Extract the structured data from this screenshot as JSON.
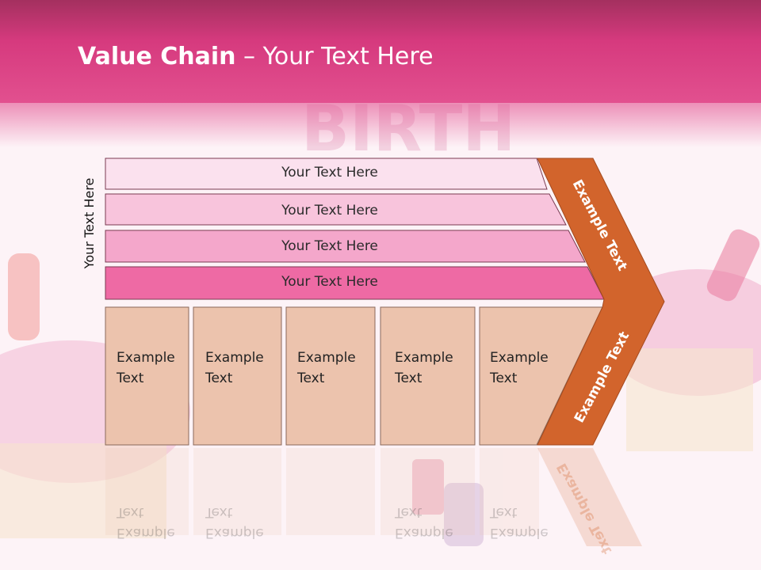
{
  "slide": {
    "title_bold": "Value Chain",
    "title_rest": " – Your Text Here",
    "vertical_label": "Your Text Here"
  },
  "bars": [
    {
      "label": "Your Text Here",
      "color": "#fbe1ee"
    },
    {
      "label": "Your Text Here",
      "color": "#f8c4dc"
    },
    {
      "label": "Your Text Here",
      "color": "#f4a7cb"
    },
    {
      "label": "Your Text Here",
      "color": "#ee6aa4"
    }
  ],
  "cells": [
    {
      "line1": "Example",
      "line2": "Text"
    },
    {
      "line1": "Example",
      "line2": "Text"
    },
    {
      "line1": "Example",
      "line2": "Text"
    },
    {
      "line1": "Example",
      "line2": "Text"
    },
    {
      "line1": "Example",
      "line2": "Text"
    }
  ],
  "chevron": {
    "upper_label": "Example Text",
    "lower_label": "Example Text",
    "color": "#d2642c"
  },
  "colors": {
    "cell_fill": "#ecc3ad",
    "outline": "#7a3b52"
  }
}
